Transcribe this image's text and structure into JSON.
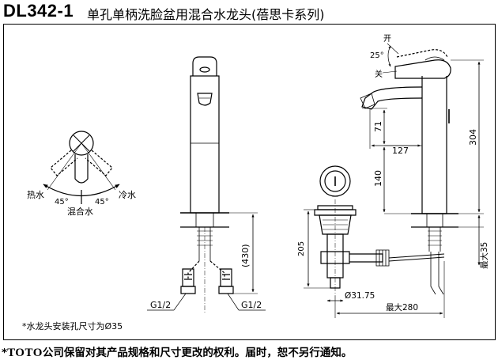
{
  "header": {
    "model": "DL342-1",
    "title": "单孔单柄洗脸盆用混合水龙头(蓓思卡系列)"
  },
  "handle_diagram": {
    "hot_label": "热水",
    "cold_label": "冷水",
    "mix_label": "混合水",
    "angle_left": "45°",
    "angle_right": "45°"
  },
  "front_view": {
    "dim_430": "(430)",
    "thread_left": "G1/2",
    "thread_right": "G1/2"
  },
  "note": "*水龙头安装孔尺寸为Ø35",
  "drain": {
    "dim_205": "205",
    "dim_diameter": "Ø31.75",
    "dim_max280": "最大280"
  },
  "side_view": {
    "open_label": "开",
    "close_label": "关",
    "angle": "25°",
    "dim_71": "71",
    "dim_127": "127",
    "dim_140": "140",
    "dim_304": "304",
    "dim_max35": "最大35"
  },
  "footer": {
    "star": "*",
    "brand": "TOTO",
    "text": "公司保留对其产品规格和尺寸更改的权利。届时，恕不另行通知。"
  }
}
